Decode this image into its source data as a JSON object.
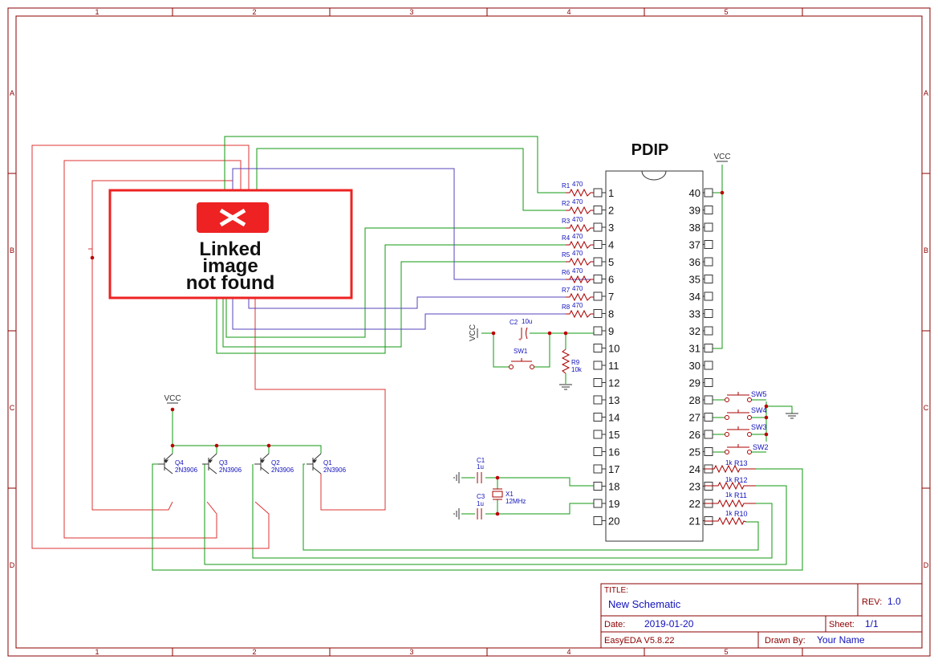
{
  "frame": {
    "columns": [
      "1",
      "2",
      "3",
      "4",
      "5"
    ],
    "rows": [
      "A",
      "B",
      "C",
      "D"
    ]
  },
  "missing_image": {
    "lines": [
      "Linked",
      "image",
      "not found"
    ]
  },
  "ic": {
    "package": "PDIP",
    "left_pins": [
      "1",
      "2",
      "3",
      "4",
      "5",
      "6",
      "7",
      "8",
      "9",
      "10",
      "11",
      "12",
      "13",
      "14",
      "15",
      "16",
      "17",
      "18",
      "19",
      "20"
    ],
    "right_pins": [
      "40",
      "39",
      "38",
      "37",
      "36",
      "35",
      "34",
      "33",
      "32",
      "31",
      "30",
      "29",
      "28",
      "27",
      "26",
      "25",
      "24",
      "23",
      "22",
      "21"
    ]
  },
  "resistors_470": {
    "names": [
      "R1",
      "R2",
      "R3",
      "R4",
      "R5",
      "R6",
      "R7",
      "R8"
    ],
    "value": "470"
  },
  "resistors_1k": [
    {
      "name": "R13",
      "value": "1k"
    },
    {
      "name": "R12",
      "value": "1k"
    },
    {
      "name": "R11",
      "value": "1k"
    },
    {
      "name": "R10",
      "value": "1k"
    }
  ],
  "switches": [
    "SW5",
    "SW4",
    "SW3",
    "SW2"
  ],
  "reset": {
    "cap_name": "C2",
    "cap_value": "10u",
    "switch_name": "SW1",
    "res_name": "R9",
    "res_value": "10k",
    "vcc": "VCC"
  },
  "crystal": {
    "c1_name": "C1",
    "c1_value": "1u",
    "c3_name": "C3",
    "c3_value": "1u",
    "x_name": "X1",
    "x_value": "12MHz"
  },
  "power": {
    "vcc_ic": "VCC",
    "vcc_tr": "VCC"
  },
  "transistors": [
    {
      "name": "Q4",
      "part": "2N3906"
    },
    {
      "name": "Q3",
      "part": "2N3906"
    },
    {
      "name": "Q2",
      "part": "2N3906"
    },
    {
      "name": "Q1",
      "part": "2N3906"
    }
  ],
  "title_block": {
    "title_label": "TITLE:",
    "title": "New Schematic",
    "rev_label": "REV:",
    "rev": "1.0",
    "date_label": "Date:",
    "date": "2019-01-20",
    "sheet_label": "Sheet:",
    "sheet": "1/1",
    "software": "EasyEDA V5.8.22",
    "drawn_label": "Drawn By:",
    "drawn_by": "Your Name"
  },
  "colors": {
    "frame": "#8b0000",
    "wire_green": "#119911",
    "wire_red": "#dd3333",
    "wire_purple": "#5544bb",
    "component": "#aa0000",
    "label_blue": "#1111bb",
    "junction": "#bb0000"
  }
}
